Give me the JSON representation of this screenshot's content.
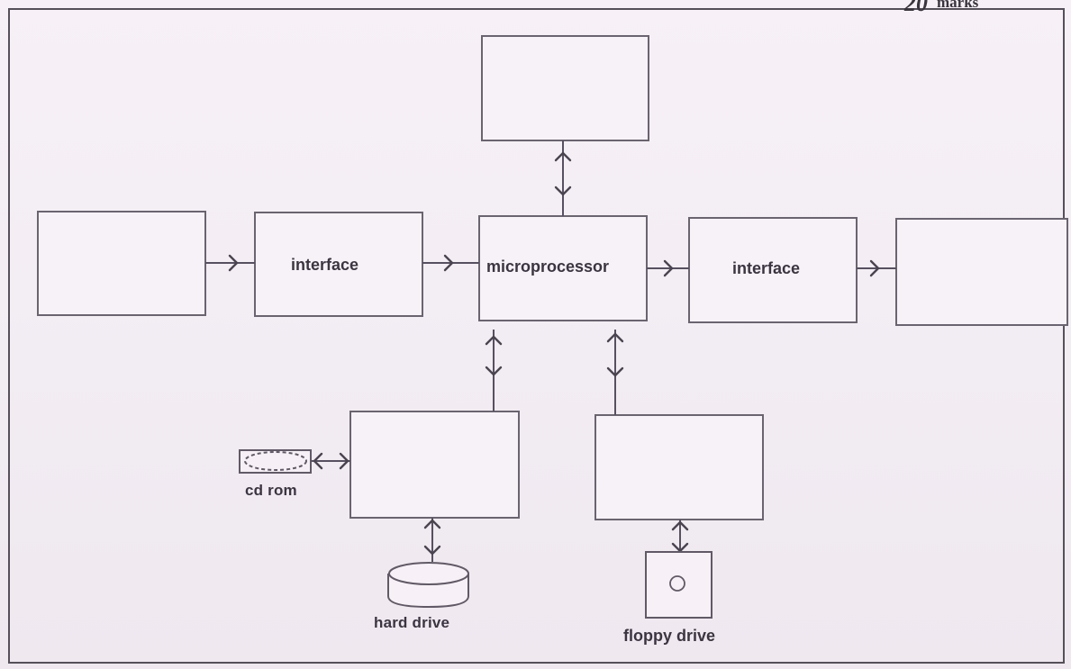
{
  "header": {
    "corner_mark": "20",
    "marks_label": "marks"
  },
  "diagram": {
    "labels": {
      "interface_left": "interface",
      "microprocessor": "microprocessor",
      "interface_right": "interface",
      "cd_rom": "cd rom",
      "hard_drive": "hard drive",
      "floppy_drive": "floppy drive"
    }
  }
}
